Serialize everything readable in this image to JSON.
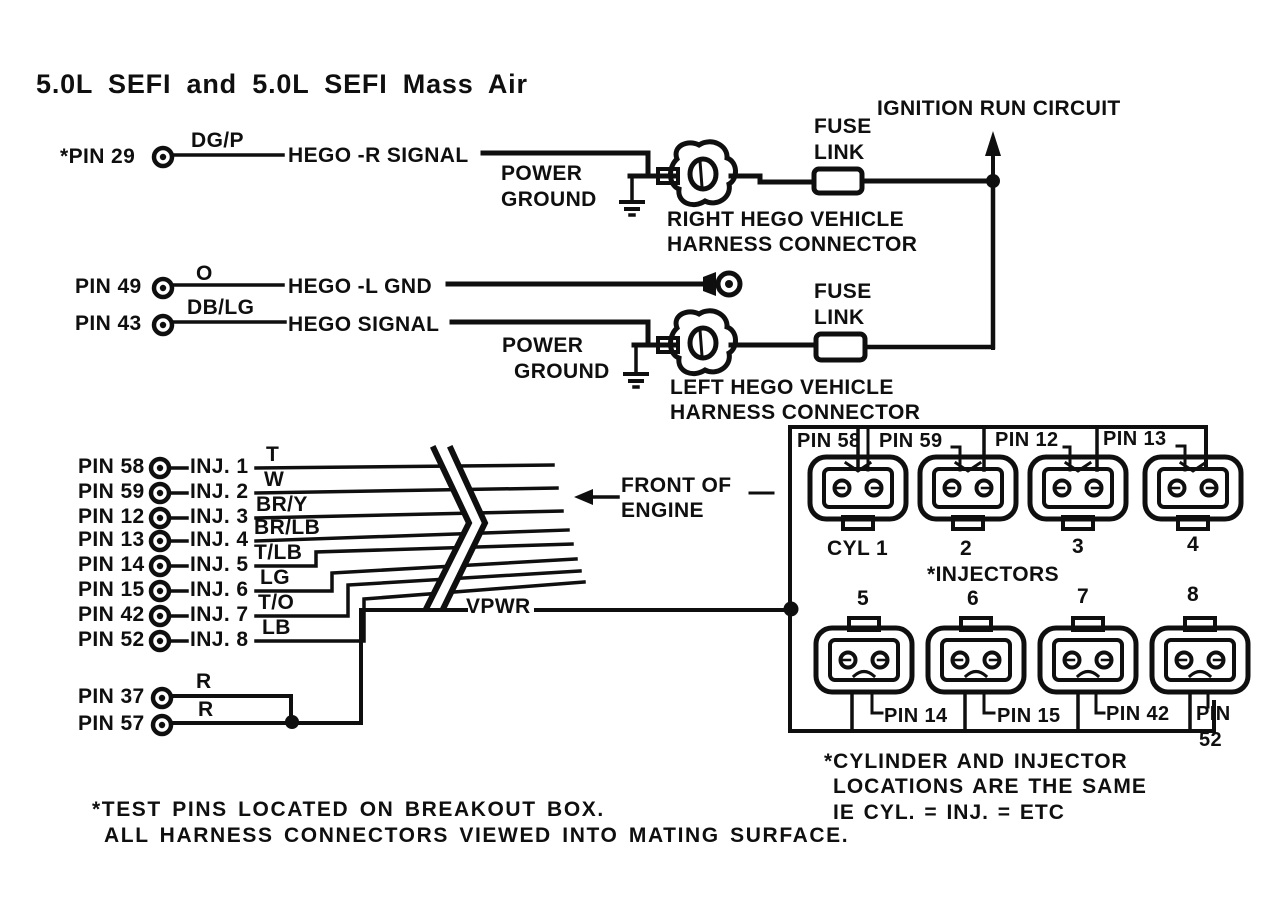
{
  "title": "5.0L SEFI and 5.0L SEFI Mass Air",
  "hego_rows": [
    {
      "pin": "*PIN 29",
      "wire_color": "DG/P",
      "signal": "HEGO -R SIGNAL"
    },
    {
      "pin": "PIN 49",
      "wire_color": "O",
      "signal": "HEGO -L GND"
    },
    {
      "pin": "PIN 43",
      "wire_color": "DB/LG",
      "signal": "HEGO SIGNAL"
    }
  ],
  "labels": {
    "ignition_run_circuit": "IGNITION RUN CIRCUIT",
    "fuse": "FUSE",
    "link": "LINK",
    "power": "POWER",
    "ground": "GROUND",
    "right_hego_line1": "RIGHT HEGO VEHICLE",
    "right_hego_line2": "HARNESS CONNECTOR",
    "left_hego_line1": "LEFT HEGO VEHICLE",
    "left_hego_line2": "HARNESS CONNECTOR",
    "front_of": "FRONT OF",
    "engine": "ENGINE",
    "vpwr": "VPWR"
  },
  "ecu_pins": [
    {
      "pin": "PIN 58",
      "injector": "INJ. 1",
      "wire_color": "T"
    },
    {
      "pin": "PIN 59",
      "injector": "INJ. 2",
      "wire_color": "W"
    },
    {
      "pin": "PIN 12",
      "injector": "INJ. 3",
      "wire_color": "BR/Y"
    },
    {
      "pin": "PIN 13",
      "injector": "INJ. 4",
      "wire_color": "BR/LB"
    },
    {
      "pin": "PIN 14",
      "injector": "INJ. 5",
      "wire_color": "T/LB"
    },
    {
      "pin": "PIN 15",
      "injector": "INJ. 6",
      "wire_color": "LG"
    },
    {
      "pin": "PIN 42",
      "injector": "INJ. 7",
      "wire_color": "T/O"
    },
    {
      "pin": "PIN 52",
      "injector": "INJ. 8",
      "wire_color": "LB"
    }
  ],
  "power_pins": [
    {
      "pin": "PIN 37",
      "wire_color": "R"
    },
    {
      "pin": "PIN 57",
      "wire_color": "R"
    }
  ],
  "injector_box": {
    "top_pins": [
      "PIN 58",
      "PIN 59",
      "PIN 12",
      "PIN 13"
    ],
    "cylinders": [
      "CYL 1",
      "2",
      "3",
      "4"
    ],
    "injectors_label": "*INJECTORS",
    "bottom_numbers": [
      "5",
      "6",
      "7",
      "8"
    ],
    "bottom_pins": [
      "PIN 14",
      "PIN 15",
      "PIN 42"
    ],
    "pin52_line1": "PIN",
    "pin52_line2": "52",
    "note_line1": "*CYLINDER AND INJECTOR",
    "note_line2": "LOCATIONS ARE THE SAME",
    "note_line3": "IE CYL. = INJ. = ETC"
  },
  "footnotes": {
    "line1": "*TEST PINS LOCATED ON BREAKOUT BOX.",
    "line2": "ALL HARNESS CONNECTORS VIEWED INTO MATING SURFACE."
  },
  "colors": {
    "ink": "#0f0f0f",
    "paper": "#ffffff"
  }
}
